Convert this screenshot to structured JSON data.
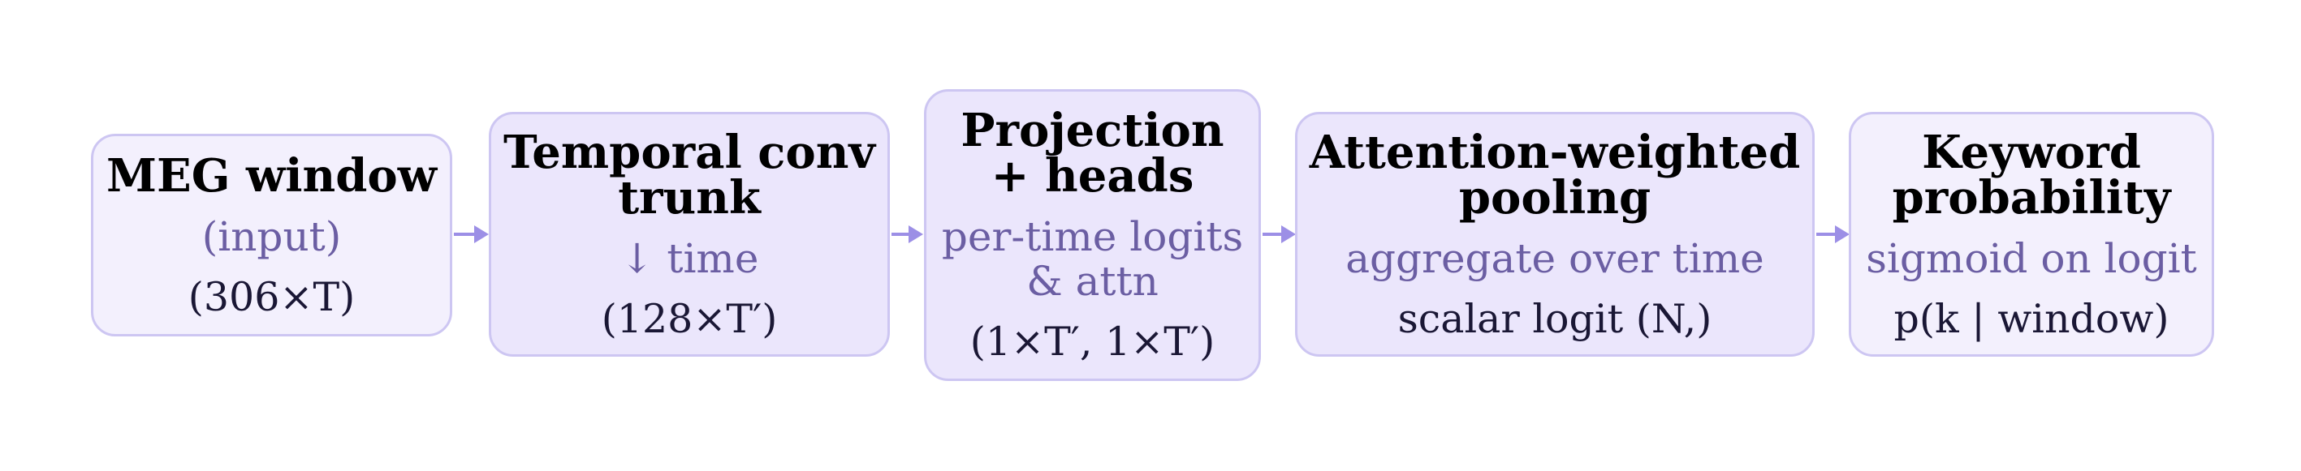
{
  "diagram": {
    "nodes": [
      {
        "title_lines": [
          "MEG window"
        ],
        "subtitle_lines": [
          "(input)"
        ],
        "shape": "(306×T)"
      },
      {
        "title_lines": [
          "Temporal conv",
          "trunk"
        ],
        "subtitle_lines": [
          "↓ time"
        ],
        "shape": "(128×T′)"
      },
      {
        "title_lines": [
          "Projection",
          "+ heads"
        ],
        "subtitle_lines": [
          "per-time logits",
          "& attn"
        ],
        "shape": "(1×T′, 1×T′)"
      },
      {
        "title_lines": [
          "Attention-weighted",
          "pooling"
        ],
        "subtitle_lines": [
          "aggregate over time"
        ],
        "shape": "scalar logit (N,)"
      },
      {
        "title_lines": [
          "Keyword",
          "probability"
        ],
        "subtitle_lines": [
          "sigmoid on logit"
        ],
        "shape": "p(k | window)"
      }
    ],
    "edges": [
      {
        "from": 0,
        "to": 1
      },
      {
        "from": 1,
        "to": 2
      },
      {
        "from": 2,
        "to": 3
      },
      {
        "from": 3,
        "to": 4
      }
    ],
    "colors": {
      "node_fill": "#ebe6fc",
      "input_fill": "#f3f0fd",
      "node_border": "#cdc6f2",
      "arrow": "#9c8fe6",
      "subtitle_text": "#6b5ea3",
      "shape_text": "#1a1735"
    }
  }
}
